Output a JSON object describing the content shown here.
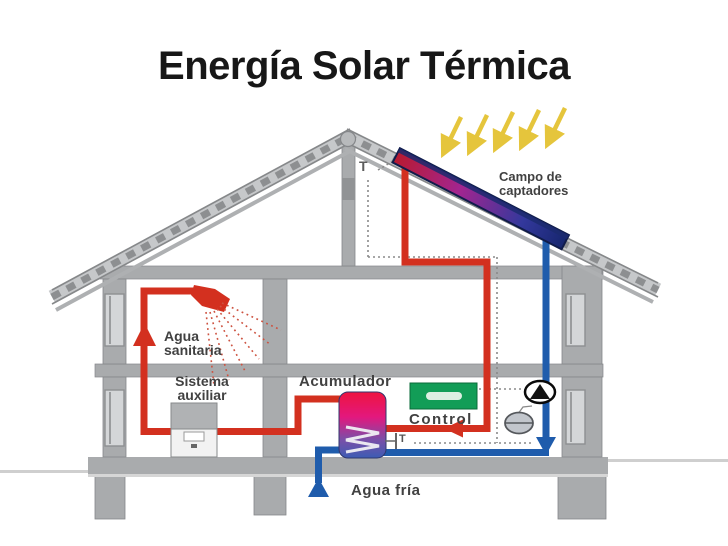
{
  "title": "Energía Solar Térmica",
  "labels": {
    "campo_line1": "Campo de",
    "campo_line2": "captadores",
    "agua_sanitaria_line1": "Agua",
    "agua_sanitaria_line2": "sanitaria",
    "sistema_line1": "Sistema",
    "sistema_line2": "auxiliar",
    "acumulador": "Acumulador",
    "control": "Control",
    "agua_fria": "Agua fría",
    "sensor_roof": "T",
    "sensor_tank": "T"
  },
  "colors": {
    "hot_pipe": "#d3301f",
    "cold_pipe": "#1f5cac",
    "sun_rays": "#e5c53c",
    "control_box": "#129d57",
    "structure_gray": "#a9abad",
    "collector_panel": "#1b2a6a",
    "tank_top": "#ee1440",
    "tank_bottom": "#3c5cb4",
    "label_text": "#414141"
  }
}
